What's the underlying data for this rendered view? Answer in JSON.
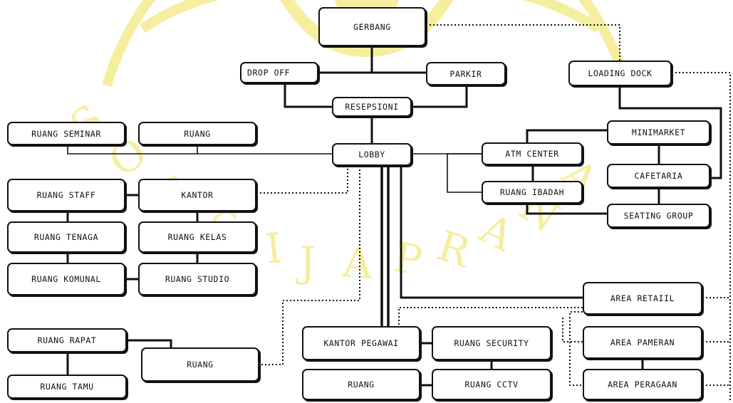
{
  "watermark": {
    "text": "SOEGIJAPRANATA",
    "color": "#f6ee9f"
  },
  "nodes": {
    "gerbang": "GERBANG",
    "drop_off": "DROP OFF",
    "parkir": "PARKIR",
    "resepsioni": "RESEPSIONI",
    "loading_dock": "LOADING DOCK",
    "ruang_seminar": "RUANG SEMINAR",
    "ruang_1": "RUANG",
    "lobby": "LOBBY",
    "minimarket": "MINIMARKET",
    "atm_center": "ATM CENTER",
    "cafetaria": "CAFETARIA",
    "ruang_staff": "RUANG STAFF",
    "kantor": "KANTOR",
    "ruang_ibadah": "RUANG IBADAH",
    "seating_group": "SEATING GROUP",
    "ruang_tenaga": "RUANG TENAGA",
    "ruang_kelas": "RUANG KELAS",
    "ruang_komunal": "RUANG KOMUNAL",
    "ruang_studio": "RUANG STUDIO",
    "area_retail": "AREA RETAIIL",
    "ruang_rapat": "RUANG RAPAT",
    "ruang_2": "RUANG",
    "kantor_pegawai": "KANTOR PEGAWAI",
    "ruang_security": "RUANG SECURITY",
    "area_pameran": "AREA PAMERAN",
    "ruang_tamu": "RUANG TAMU",
    "ruang_3": "RUANG",
    "ruang_cctv": "RUANG CCTV",
    "area_peragaan": "AREA PERAGAAN"
  },
  "line_colors": {
    "solid": "#111111",
    "dotted": "#111111"
  }
}
